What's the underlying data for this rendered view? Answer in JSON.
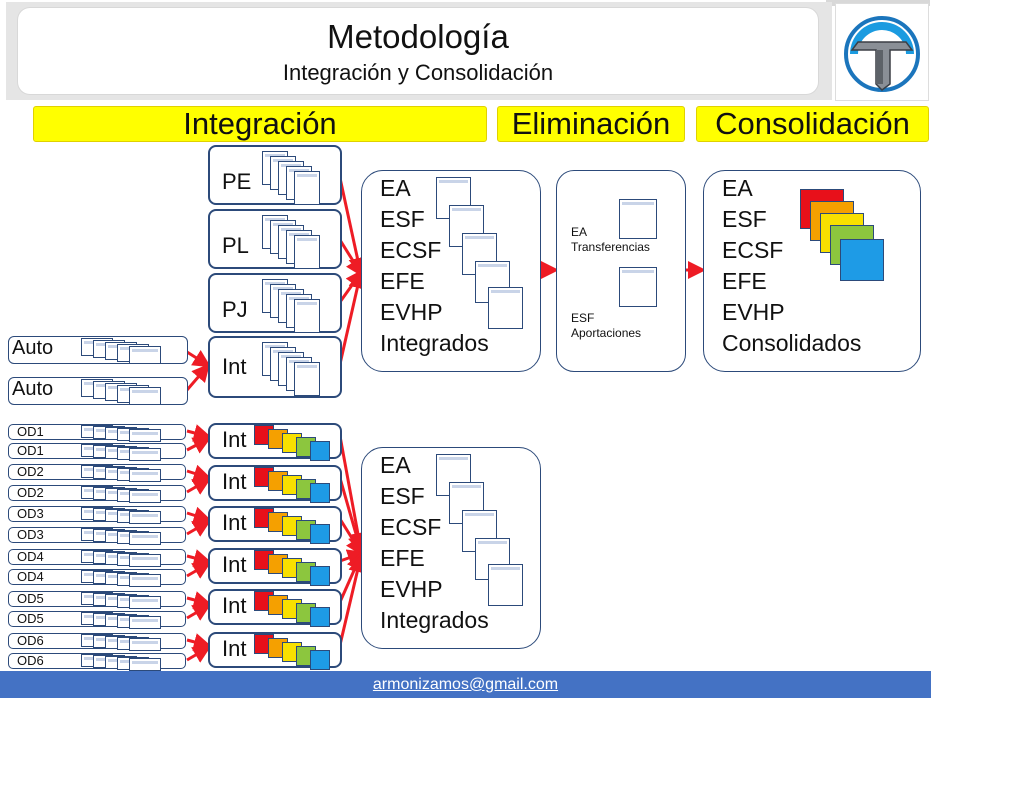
{
  "title": "Metodología",
  "subtitle": "Integración y Consolidación",
  "headers": {
    "integracion": "Integración",
    "eliminacion": "Eliminación",
    "consolidacion": "Consolidación"
  },
  "entities": [
    "PE",
    "PL",
    "PJ",
    "Int"
  ],
  "auto": [
    "Auto",
    "Auto"
  ],
  "od": [
    "OD1",
    "OD1",
    "OD2",
    "OD2",
    "OD3",
    "OD3",
    "OD4",
    "OD4",
    "OD5",
    "OD5",
    "OD6",
    "OD6"
  ],
  "int_labels": [
    "Int",
    "Int",
    "Int",
    "Int",
    "Int",
    "Int"
  ],
  "integrados_top": [
    "EA",
    "ESF",
    "ECSF",
    "EFE",
    "EVHP",
    "Integrados"
  ],
  "integrados_bottom": [
    "EA",
    "ESF",
    "ECSF",
    "EFE",
    "EVHP",
    "Integrados"
  ],
  "eliminacion": {
    "item1_line1": "EA",
    "item1_line2": "Transferencias",
    "item2_line1": "ESF",
    "item2_line2": "Aportaciones"
  },
  "consolidados": [
    "EA",
    "ESF",
    "ECSF",
    "EFE",
    "EVHP",
    "Consolidados"
  ],
  "footer_email": "armonizamos@gmail.com",
  "colors": {
    "header_yellow": "#ffff00",
    "arrow_red": "#ee1c25",
    "footer_blue": "#4472c4",
    "box_border": "#2c4a7a",
    "doc_colors": [
      "#e8101a",
      "#f5a000",
      "#f8e000",
      "#8cc63e",
      "#1e9be6"
    ]
  },
  "logo_icon": "tasse-logo-icon"
}
